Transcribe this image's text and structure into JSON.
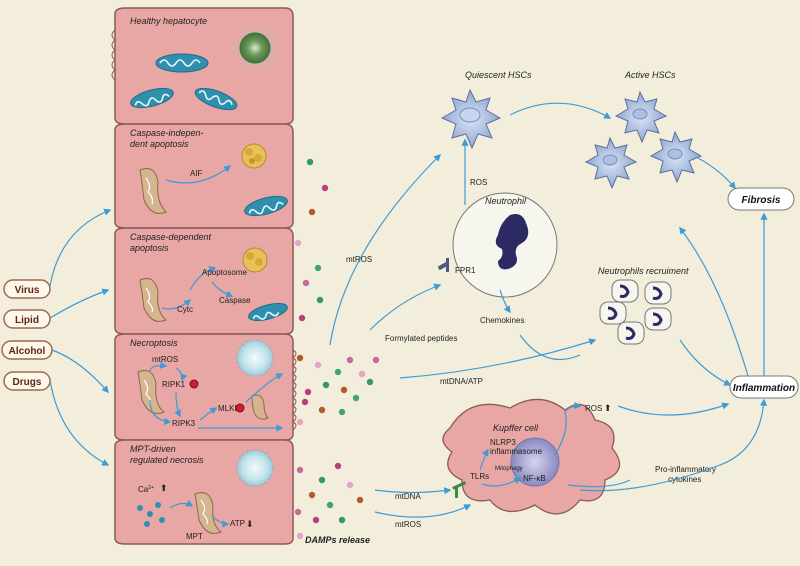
{
  "causes": [
    "Virus",
    "Lipid",
    "Alcohol",
    "Drugs"
  ],
  "cells": {
    "healthy": "Healthy hepatocyte",
    "caspase_indep_1": "Caspase-indepen-",
    "caspase_indep_2": "dent apoptosis",
    "caspase_dep_1": "Caspase-dependent",
    "caspase_dep_2": "apoptosis",
    "necroptosis": "Necroptosis",
    "mpt_1": "MPT-driven",
    "mpt_2": "regulated necrosis"
  },
  "labels": {
    "aif": "AIF",
    "apoptosome": "Apoptosome",
    "cytc": "Cytc",
    "caspase": "Caspase",
    "mtros": "mtROS",
    "ripk1": "RIPK1",
    "ripk3": "RIPK3",
    "mlkl": "MLKL",
    "ca": "Ca",
    "ca_sup": "2+",
    "mpt": "MPT",
    "atp": "ATP",
    "damps": "DAMPs release",
    "mtros_side": "mtROS",
    "quiescent": "Quiescent HSCs",
    "active": "Active HSCs",
    "ros_up": "ROS",
    "neutrophil": "Neutrophil",
    "fpr1": "FPR1",
    "chemokines": "Chemokines",
    "formylated": "Formylated peptides",
    "recruitment": "Neutrophils recruiment",
    "mtdna_atp": "mtDNA/ATP",
    "fibrosis": "Fibrosis",
    "inflammation": "Inflammation",
    "kupffer": "Kupffer cell",
    "nlrp3_1": "NLRP3",
    "nlrp3_2": "inflammasome",
    "mitophagy": "Mitophagy",
    "nfkb": "NF-κB",
    "tlrs": "TLRs",
    "ros_k": "ROS",
    "proinf_1": "Pro-inflammatory",
    "proinf_2": "cytokines",
    "mtdna": "mtDNA",
    "mtros_k": "mtROS"
  }
}
